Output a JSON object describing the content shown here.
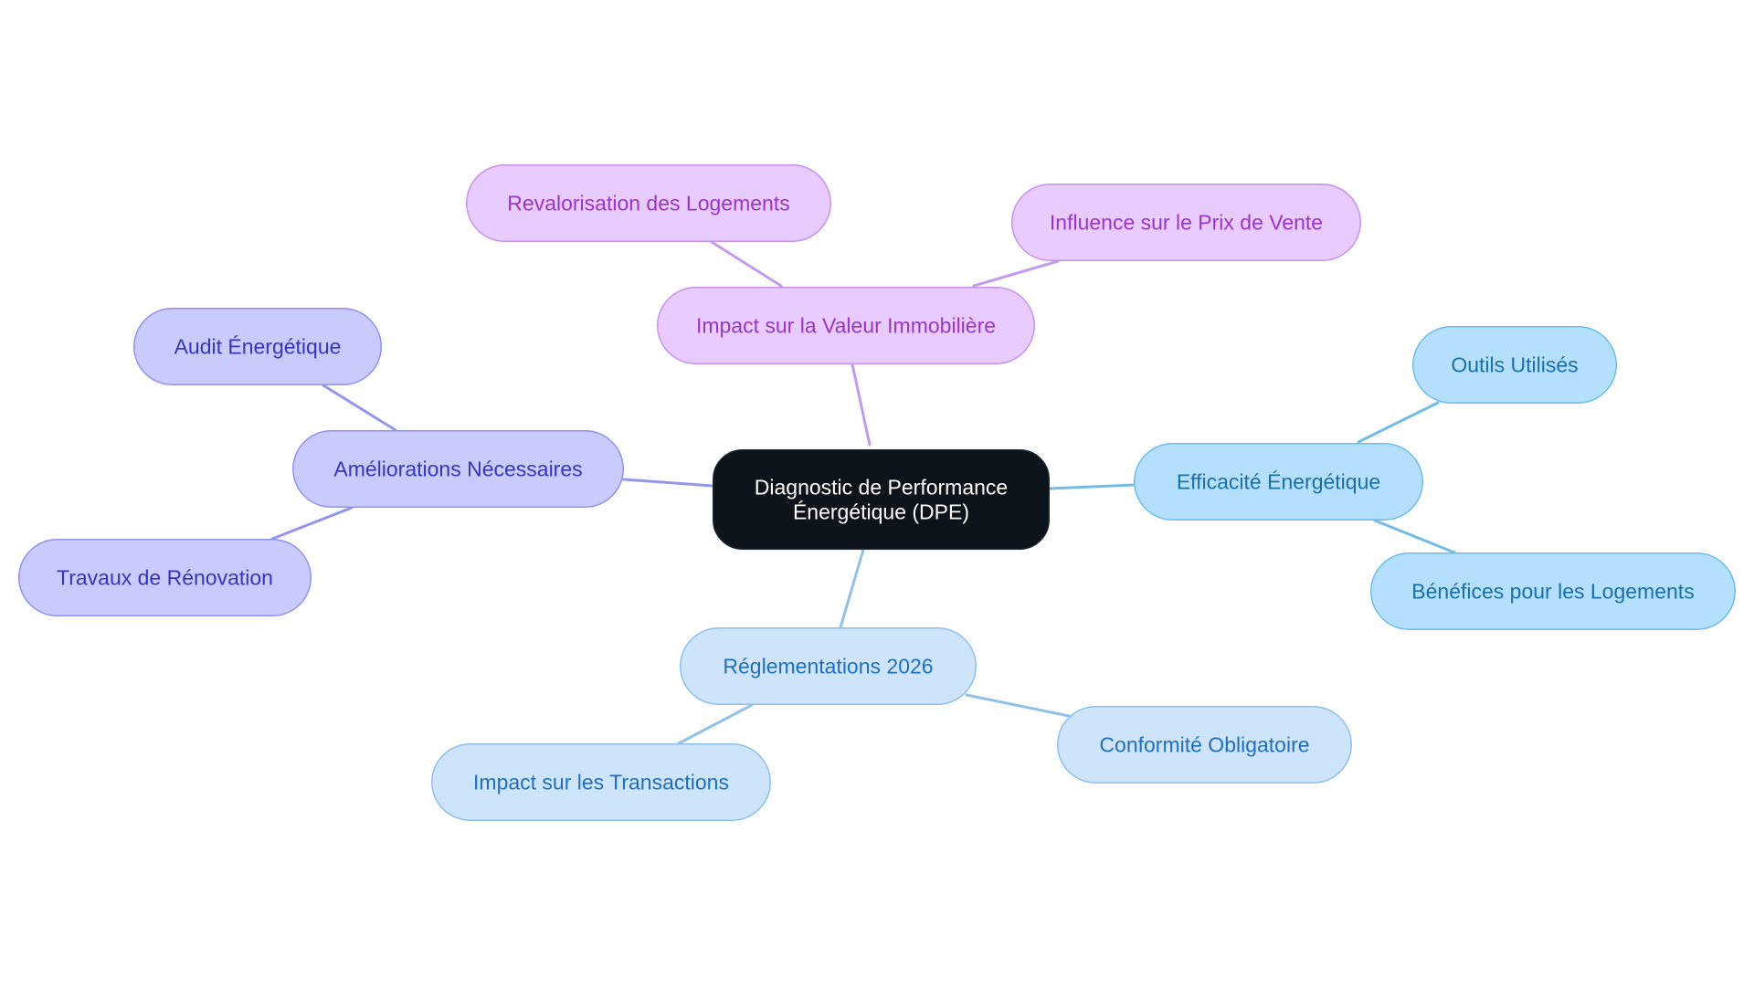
{
  "root": {
    "id": "root",
    "lines": [
      "Diagnostic de Performance",
      "Énergétique (DPE)"
    ],
    "fill": "#0d131b",
    "stroke": "#1c2633",
    "text_color": "#ffffff"
  },
  "branches": [
    {
      "id": "impact-valeur",
      "label": "Impact sur la Valeur Immobilière",
      "fill": "#e8cbff",
      "stroke": "#c991f0",
      "text_color": "#9a35c8",
      "line_color": "#c29aee",
      "children": [
        {
          "id": "revalorisation",
          "label": "Revalorisation des Logements"
        },
        {
          "id": "influence-prix",
          "label": "Influence sur le Prix de Vente"
        }
      ]
    },
    {
      "id": "efficacite",
      "label": "Efficacité Énergétique",
      "fill": "#b5e0fd",
      "stroke": "#6cbdea",
      "text_color": "#1a6fa8",
      "line_color": "#74bce8",
      "children": [
        {
          "id": "outils",
          "label": "Outils Utilisés"
        },
        {
          "id": "benefices",
          "label": "Bénéfices pour les Logements"
        }
      ]
    },
    {
      "id": "reglementations",
      "label": "Réglementations 2026",
      "fill": "#cde4fb",
      "stroke": "#8ec0ec",
      "text_color": "#1f6fbf",
      "line_color": "#92c1ea",
      "children": [
        {
          "id": "conformite",
          "label": "Conformité Obligatoire"
        },
        {
          "id": "transactions",
          "label": "Impact sur les Transactions"
        }
      ]
    },
    {
      "id": "ameliorations",
      "label": "Améliorations Nécessaires",
      "fill": "#cacbfd",
      "stroke": "#8f92ee",
      "text_color": "#3536b8",
      "line_color": "#9396ec",
      "children": [
        {
          "id": "audit",
          "label": "Audit Énergétique"
        },
        {
          "id": "travaux",
          "label": "Travaux de Rénovation"
        }
      ]
    }
  ]
}
